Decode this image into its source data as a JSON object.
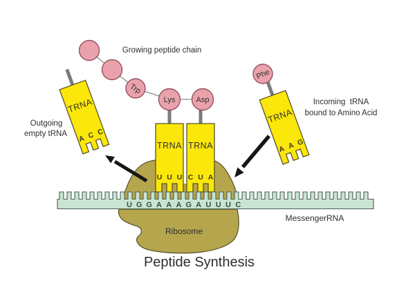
{
  "title": "Peptide Synthesis",
  "labels": {
    "growing_chain": "Growing peptide chain",
    "outgoing": [
      "Outgoing",
      "empty tRNA"
    ],
    "incoming": [
      "Incoming  tRNA",
      "bound to Amino Acid"
    ],
    "ribosome": "Ribosome",
    "messenger_rna": "MessengerRNA"
  },
  "peptide_chain": {
    "residues": [
      "Trp",
      "Lys",
      "Asp"
    ]
  },
  "incoming_amino_acid": "Phe",
  "trnas": {
    "outgoing": {
      "label": "TRNA",
      "anticodon": [
        "A",
        "C",
        "C"
      ]
    },
    "p_site": {
      "label": "TRNA",
      "anticodon": [
        "U",
        "U",
        "U"
      ]
    },
    "a_site": {
      "label": "TRNA",
      "anticodon": [
        "C",
        "U",
        "A"
      ]
    },
    "incoming": {
      "label": "TRNA",
      "anticodon": [
        "A",
        "A",
        "G"
      ]
    }
  },
  "mrna": {
    "sequence": [
      "U",
      "G",
      "G",
      "A",
      "A",
      "A",
      "G",
      "A",
      "U",
      "U",
      "U",
      "C"
    ]
  },
  "colors": {
    "trna_yellow": "#fbe70a",
    "trna_stroke": "#5b5327",
    "amino_pink": "#e9a2ab",
    "pink_stroke": "#96505e",
    "mrna_green": "#c9e4d3",
    "mrna_stroke": "#4c5e50",
    "mrna_letter": "#3c4c40",
    "ribosome_olive": "#b5a54d",
    "ribosome_stroke": "#58512a",
    "stub_gray": "#7b7b7b",
    "text_dark": "#2e2e2e"
  }
}
